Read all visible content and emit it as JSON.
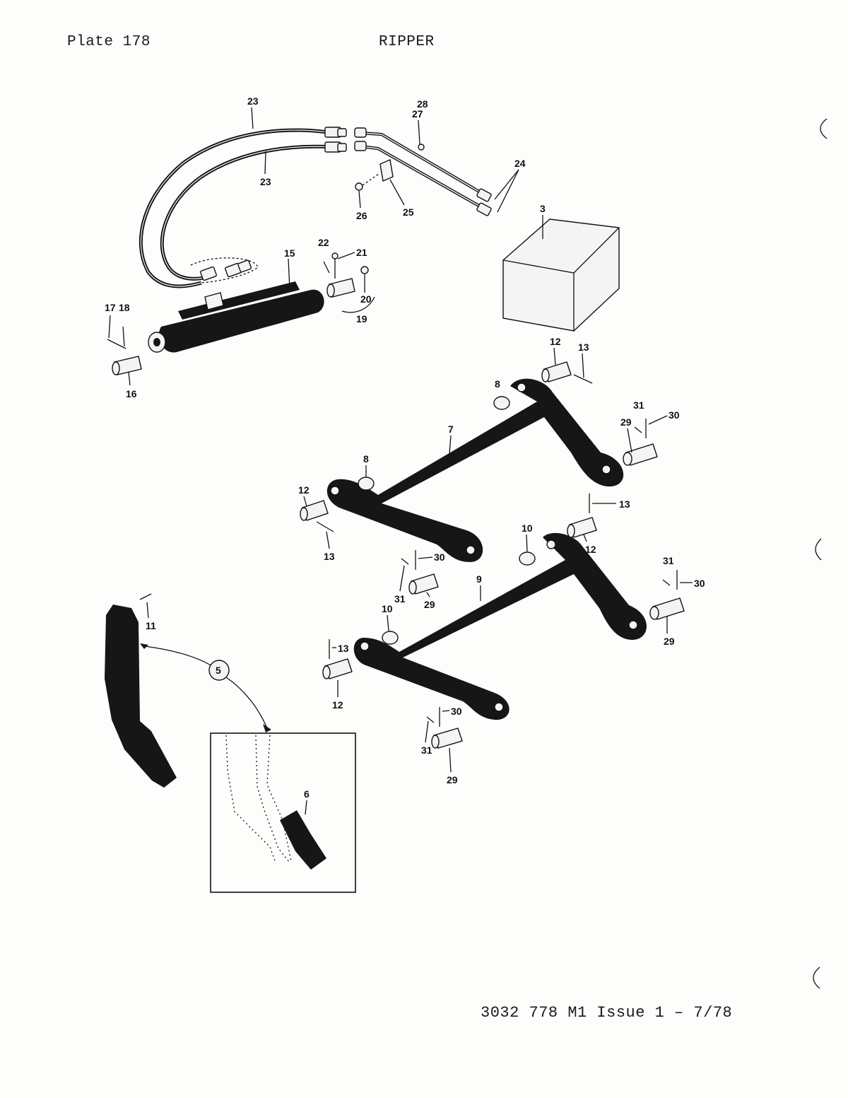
{
  "header": {
    "plate": "Plate 178",
    "title": "RIPPER"
  },
  "footer": {
    "code": "3032 778 M1 Issue 1 – 7/78"
  },
  "diagram": {
    "callouts": {
      "p3": "3",
      "p5": "5",
      "p6": "6",
      "p7": "7",
      "p8a": "8",
      "p8b": "8",
      "p9": "9",
      "p10a": "10",
      "p10b": "10",
      "p11": "11",
      "p12a": "12",
      "p12b": "12",
      "p12c": "12",
      "p12d": "12",
      "p13a": "13",
      "p13b": "13",
      "p13c": "13",
      "p13d": "13",
      "p15": "15",
      "p16": "16",
      "p17": "17",
      "p18": "18",
      "p19": "19",
      "p20": "20",
      "p21": "21",
      "p22": "22",
      "p23a": "23",
      "p23b": "23",
      "p24": "24",
      "p25": "25",
      "p26": "26",
      "p27": "27",
      "p28": "28",
      "p29a": "29",
      "p29b": "29",
      "p29c": "29",
      "p29d": "29",
      "p30a": "30",
      "p30b": "30",
      "p30c": "30",
      "p30d": "30",
      "p31a": "31",
      "p31b": "31",
      "p31c": "31",
      "p31d": "31"
    }
  }
}
